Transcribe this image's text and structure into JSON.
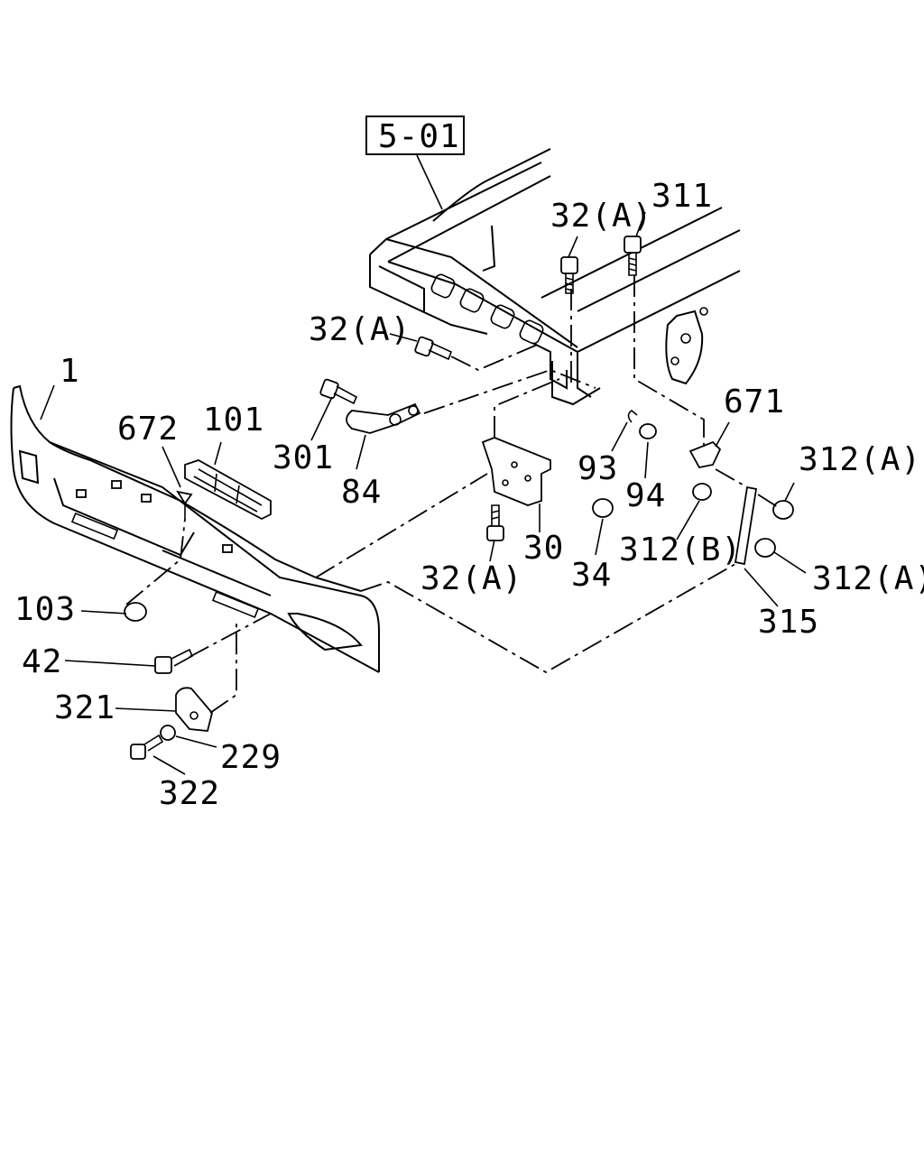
{
  "ref_box": "5-01",
  "callouts": [
    {
      "id": "c1",
      "text": "1"
    },
    {
      "id": "c672",
      "text": "672"
    },
    {
      "id": "c101",
      "text": "101"
    },
    {
      "id": "c32a_top",
      "text": "32(A)"
    },
    {
      "id": "c311",
      "text": "311"
    },
    {
      "id": "c32a_left",
      "text": "32(A)"
    },
    {
      "id": "c301",
      "text": "301"
    },
    {
      "id": "c84",
      "text": "84"
    },
    {
      "id": "c93",
      "text": "93"
    },
    {
      "id": "c94",
      "text": "94"
    },
    {
      "id": "c671",
      "text": "671"
    },
    {
      "id": "c312a_top",
      "text": "312(A)"
    },
    {
      "id": "c30",
      "text": "30"
    },
    {
      "id": "c32a_bottom",
      "text": "32(A)"
    },
    {
      "id": "c34",
      "text": "34"
    },
    {
      "id": "c312b",
      "text": "312(B)"
    },
    {
      "id": "c312a_bottom",
      "text": "312(A)"
    },
    {
      "id": "c315",
      "text": "315"
    },
    {
      "id": "c103",
      "text": "103"
    },
    {
      "id": "c42",
      "text": "42"
    },
    {
      "id": "c321",
      "text": "321"
    },
    {
      "id": "c229",
      "text": "229"
    },
    {
      "id": "c322",
      "text": "322"
    }
  ]
}
